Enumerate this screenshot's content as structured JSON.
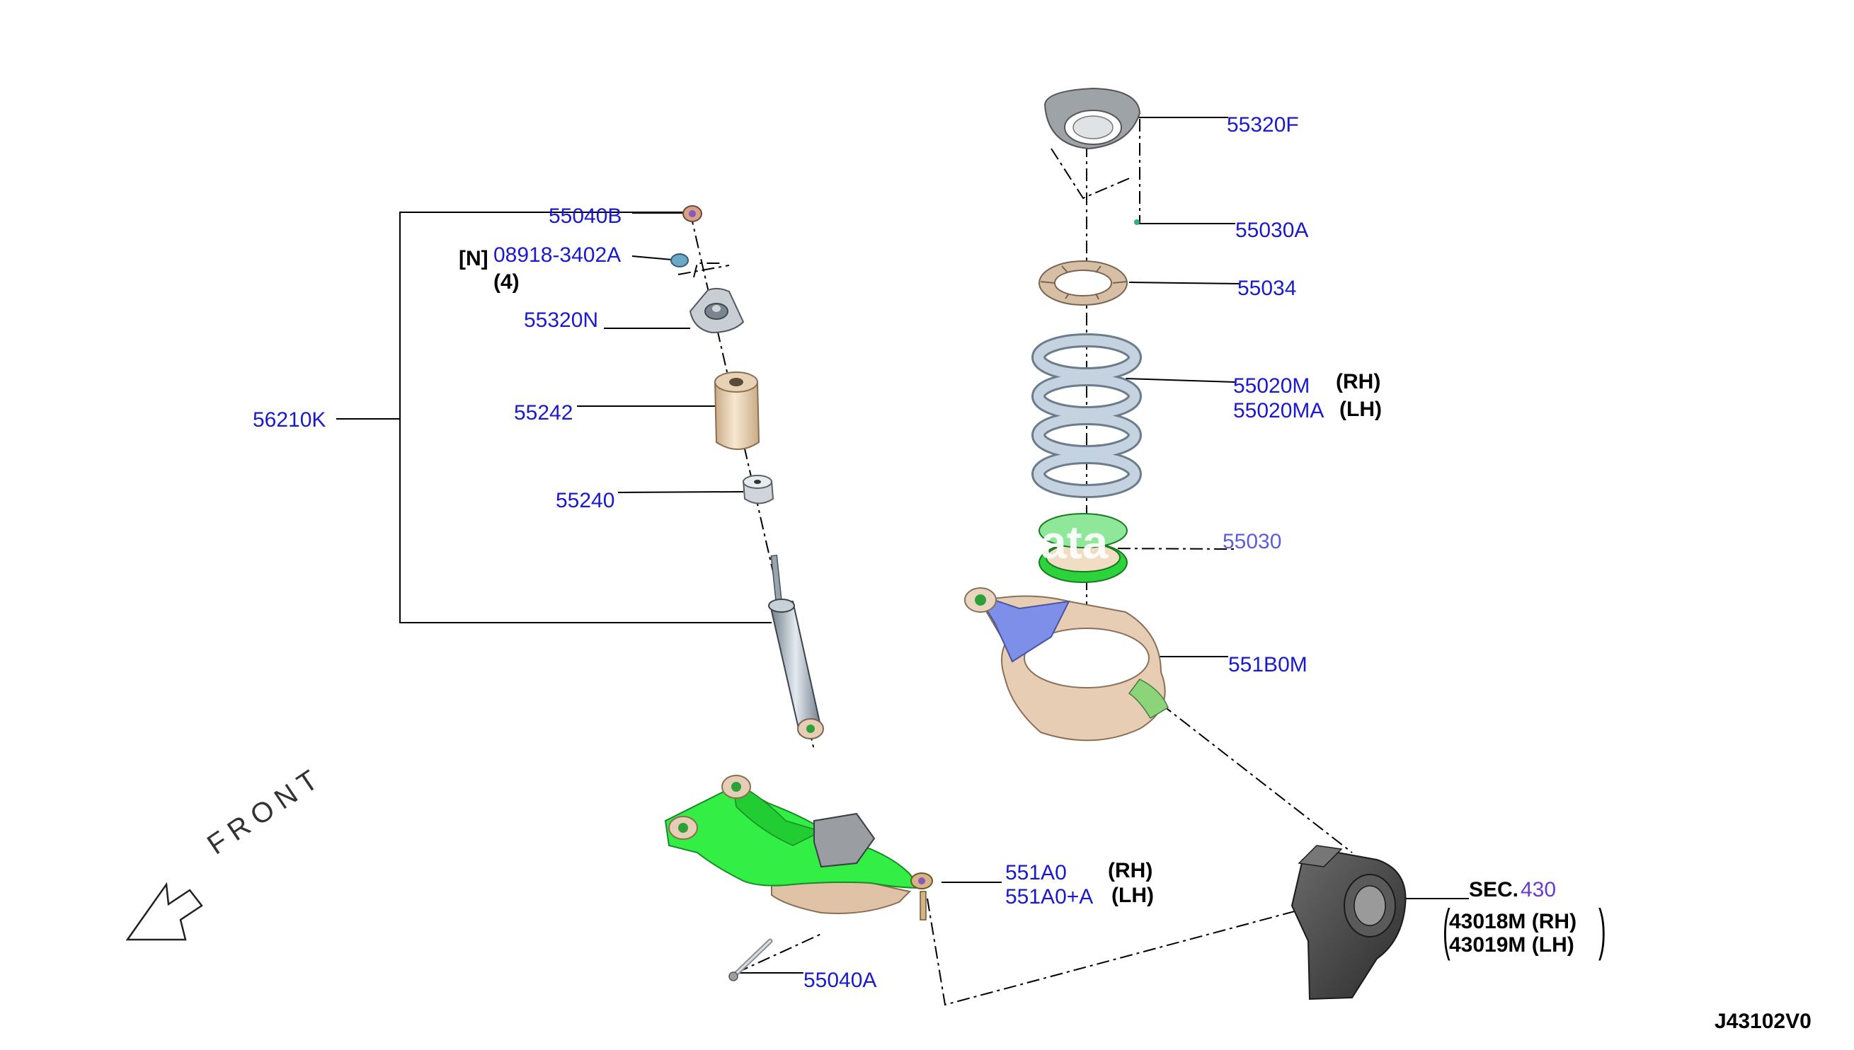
{
  "diagram_id": "J43102V0",
  "labels": {
    "p56210K": "56210K",
    "p55040B": "55040B",
    "p08918": "08918-3402A",
    "n_tag": "[N]",
    "qty4": "(4)",
    "p55320N": "55320N",
    "p55242": "55242",
    "p55240": "55240",
    "p55320F": "55320F",
    "p55030A": "55030A",
    "p55034": "55034",
    "p55020M": "55020M",
    "rh1": "(RH)",
    "p55020MA": "55020MA",
    "lh1": "(LH)",
    "p55030": "55030",
    "p551B0M": "551B0M",
    "p551A0": "551A0",
    "rh2": "(RH)",
    "p551A0A": "551A0+A",
    "lh2": "(LH)",
    "p55040A": "55040A",
    "sec_prefix": "SEC.",
    "sec_num": "430",
    "p43018M": "43018M (RH)",
    "p43019M": "43019M (LH)",
    "front": "FRONT"
  },
  "colors": {
    "part_number": "#1a1acc",
    "lower_arm": "#33ee44",
    "link_arm": "#7080e0",
    "spring": "#b4c4d4",
    "knuckle": "#4a4a4a",
    "cast_part": "#e8d4c0"
  },
  "icons": [
    "front-arrow-icon"
  ]
}
